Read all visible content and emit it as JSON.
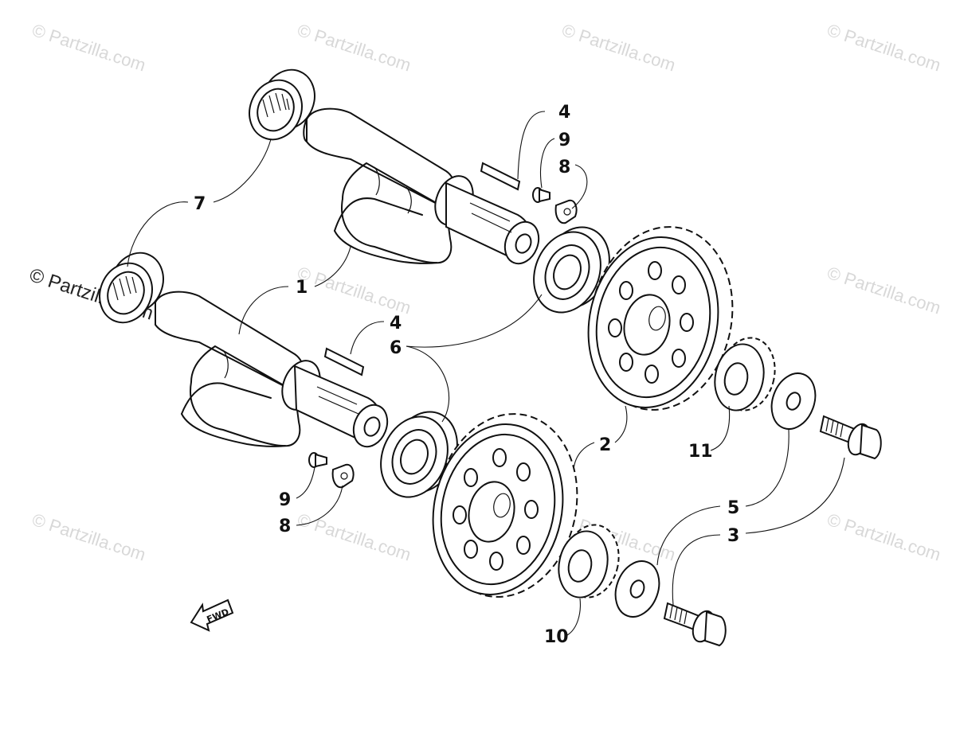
{
  "watermark": {
    "text": "© Partzilla.com",
    "text_prominent": "© Partzilla.com"
  },
  "callouts": {
    "c1": "1",
    "c2": "2",
    "c3": "3",
    "c4_upper": "4",
    "c4_lower": "4",
    "c5": "5",
    "c6": "6",
    "c7": "7",
    "c8_upper": "8",
    "c8_lower": "8",
    "c9_upper": "9",
    "c9_lower": "9",
    "c10": "10",
    "c11": "11"
  },
  "fwd_label": "FWD"
}
